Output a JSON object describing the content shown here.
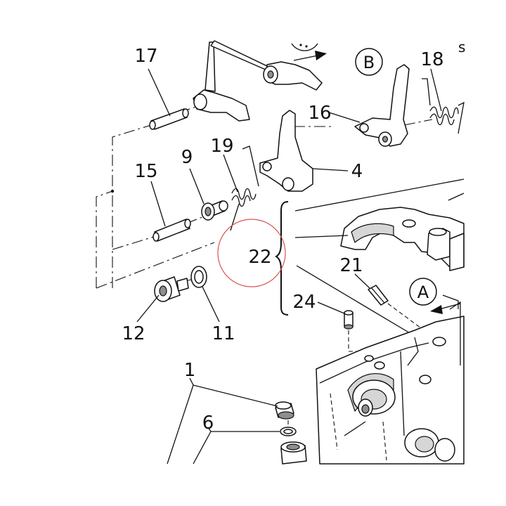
{
  "labels": {
    "p17": "17",
    "p18": "18",
    "p16": "16",
    "p19": "19",
    "p9": "9",
    "p15": "15",
    "p4": "4",
    "p22": "22",
    "p21": "21",
    "p24": "24",
    "p12": "12",
    "p11": "11",
    "p1": "1",
    "p6": "6"
  },
  "callouts": {
    "view_b": "B",
    "view_a": "A"
  },
  "colors": {
    "line": "#111111",
    "highlight_circle": "#d9534f",
    "background": "#ffffff"
  }
}
